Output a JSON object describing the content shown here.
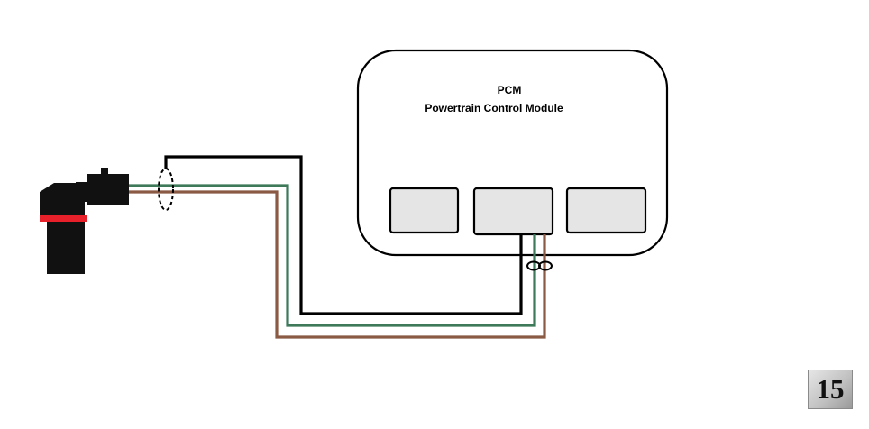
{
  "pcm": {
    "label": "PCM",
    "name": "Powertrain Control Module"
  },
  "page_number": "15",
  "colors": {
    "outline": "#000000",
    "connector_fill": "#e5e5e5",
    "wire_signal": "#000000",
    "wire_green": "#3e7a5a",
    "wire_brown": "#8a5a44",
    "sensor_band": "#e8202a",
    "sensor_body": "#111111"
  }
}
